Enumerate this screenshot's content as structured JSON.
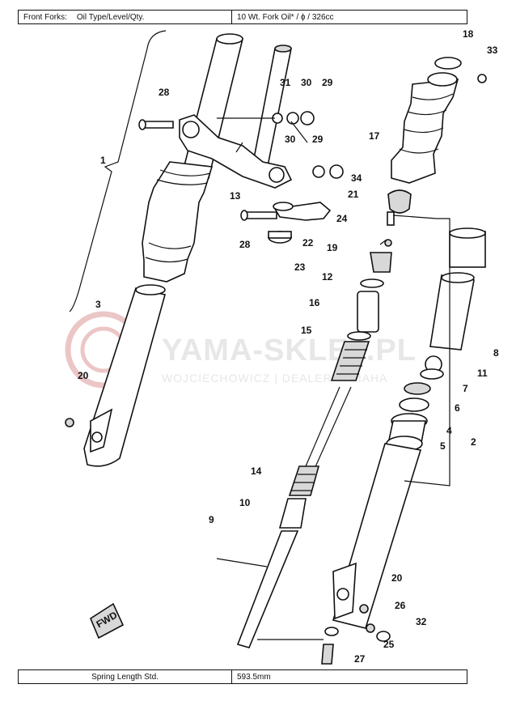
{
  "spec_table": {
    "top": {
      "label_a": "Front Forks:",
      "label_b": "Oil Type/Level/Qty.",
      "value": "10 Wt. Fork Oil* / ϕ / 326cc"
    },
    "bottom": {
      "label": "Spring Length Std.",
      "value": "593.5mm"
    }
  },
  "watermark": {
    "title": "YAMA-SKLEP.PL",
    "subtitle": "WOJCIECHOWICZ | DEALER YAMAHA",
    "color": "#e6b8b8"
  },
  "callouts": [
    "1",
    "2",
    "3",
    "4",
    "5",
    "6",
    "7",
    "8",
    "9",
    "10",
    "11",
    "12",
    "13",
    "14",
    "15",
    "16",
    "17",
    "18",
    "19",
    "20",
    "20",
    "21",
    "22",
    "23",
    "24",
    "25",
    "26",
    "27",
    "28",
    "28",
    "29",
    "29",
    "30",
    "30",
    "31",
    "32",
    "33",
    "34"
  ],
  "fwd_label": "FWD"
}
